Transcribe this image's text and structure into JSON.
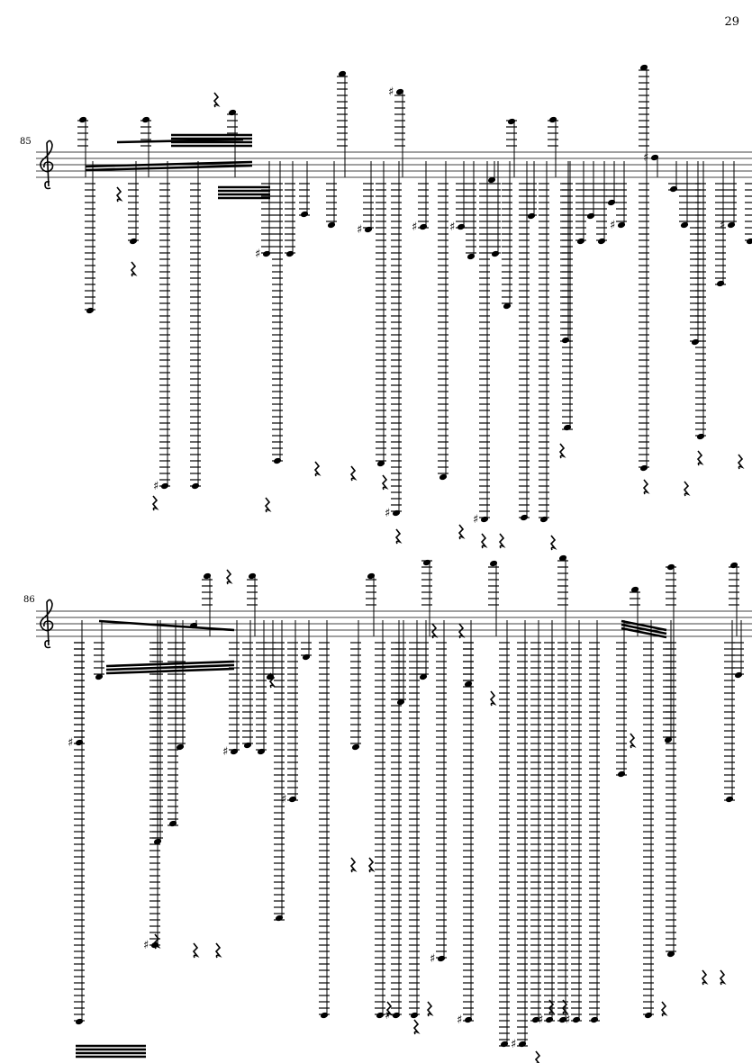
{
  "page": {
    "number": "29"
  },
  "systems": [
    {
      "measure_number": "85",
      "clef": "treble"
    },
    {
      "measure_number": "86",
      "clef": "treble"
    }
  ],
  "colors": {
    "ink": "#000000",
    "paper": "#ffffff"
  }
}
